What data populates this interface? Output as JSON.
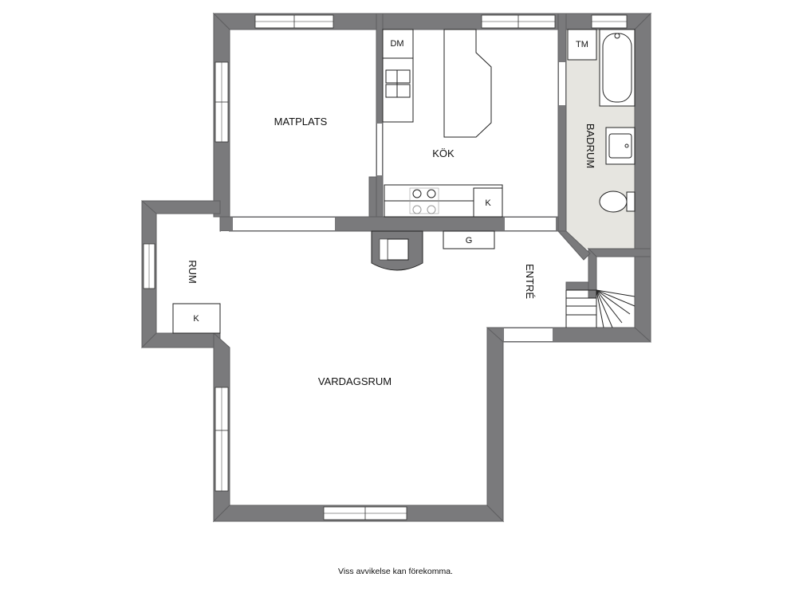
{
  "rooms": {
    "matplats": "MATPLATS",
    "kok": "KÖK",
    "badrum": "BADRUM",
    "rum": "RUM",
    "entre": "ENTRÉ",
    "vardagsrum": "VARDAGSRUM"
  },
  "fixtures": {
    "dm": "DM",
    "tm": "TM",
    "k_kitchen": "K",
    "k_rum": "K",
    "g": "G"
  },
  "footer": {
    "disclaimer": "Viss avvikelse kan förekomma."
  },
  "colors": {
    "wall": "#7a7a7c",
    "wall_edge": "#5f5f61",
    "bathroom_floor": "#e6e5e0",
    "line": "#222222"
  }
}
